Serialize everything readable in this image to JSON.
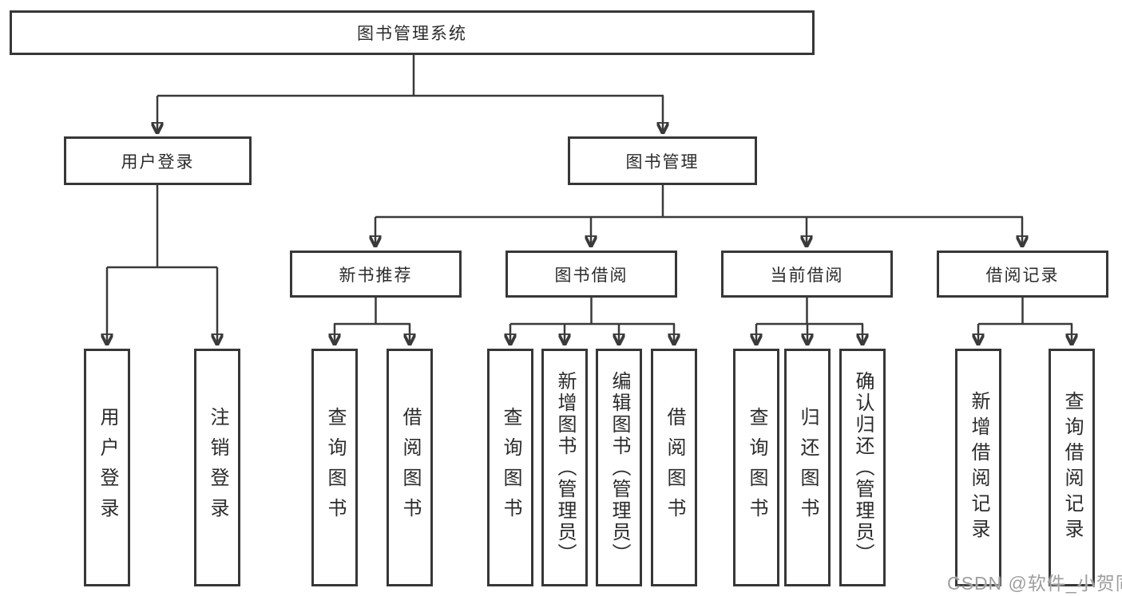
{
  "diagram": {
    "tree": {
      "label": "图书管理系统",
      "children": [
        {
          "label": "用户登录",
          "children": [
            {
              "label": "用户登录"
            },
            {
              "label": "注销登录"
            }
          ]
        },
        {
          "label": "图书管理",
          "children": [
            {
              "label": "新书推荐",
              "children": [
                {
                  "label": "查询图书"
                },
                {
                  "label": "借阅图书"
                }
              ]
            },
            {
              "label": "图书借阅",
              "children": [
                {
                  "label": "查询图书"
                },
                {
                  "label": "新增图书（管理员）"
                },
                {
                  "label": "编辑图书（管理员）"
                },
                {
                  "label": "借阅图书"
                }
              ]
            },
            {
              "label": "当前借阅",
              "children": [
                {
                  "label": "查询图书"
                },
                {
                  "label": "归还图书"
                },
                {
                  "label": "确认归还（管理员）"
                }
              ]
            },
            {
              "label": "借阅记录",
              "children": [
                {
                  "label": "新增借阅记录"
                },
                {
                  "label": "查询借阅记录"
                }
              ]
            }
          ]
        }
      ]
    },
    "colors": {
      "line": "#3a3a3a",
      "box_border": "#373737",
      "box_fill": "#ffffff",
      "text": "#2b2b2b",
      "watermark": "#9e9e9e"
    }
  },
  "watermark": {
    "text": "CSDN @软件_小贺同学"
  }
}
